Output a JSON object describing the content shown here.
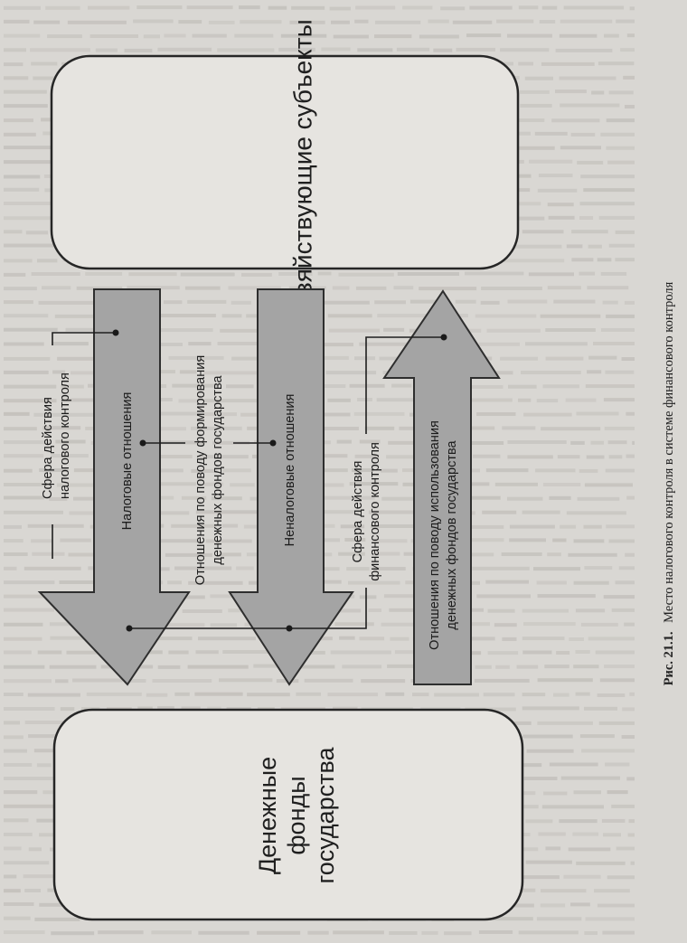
{
  "diagram": {
    "entities": {
      "top": "Хозяйствующие субъекты",
      "bottom_lines": [
        "Денежные",
        "фонды",
        "государства"
      ]
    },
    "arrows": {
      "tax": "Налоговые отношения",
      "nontax": "Неналоговые отношения",
      "formation_lines": [
        "Отношения по поводу формирования",
        "денежных фондов государства"
      ],
      "usage_lines": [
        "Отношения по поводу использования",
        "денежных фондов государства"
      ]
    },
    "spheres": {
      "tax_control_lines": [
        "Сфера действия",
        "налогового контроля"
      ],
      "financial_control_lines": [
        "Сфера действия",
        "финансового контроля"
      ]
    },
    "colors": {
      "arrow_fill": "#a4a4a4",
      "arrow_stroke": "#2e2e2e",
      "box_stroke": "#262626",
      "page_background": "#d9d7d3"
    }
  },
  "caption": {
    "label": "Рис. 21.1.",
    "text": "Место налогового контроля в системе финансового контроля"
  }
}
